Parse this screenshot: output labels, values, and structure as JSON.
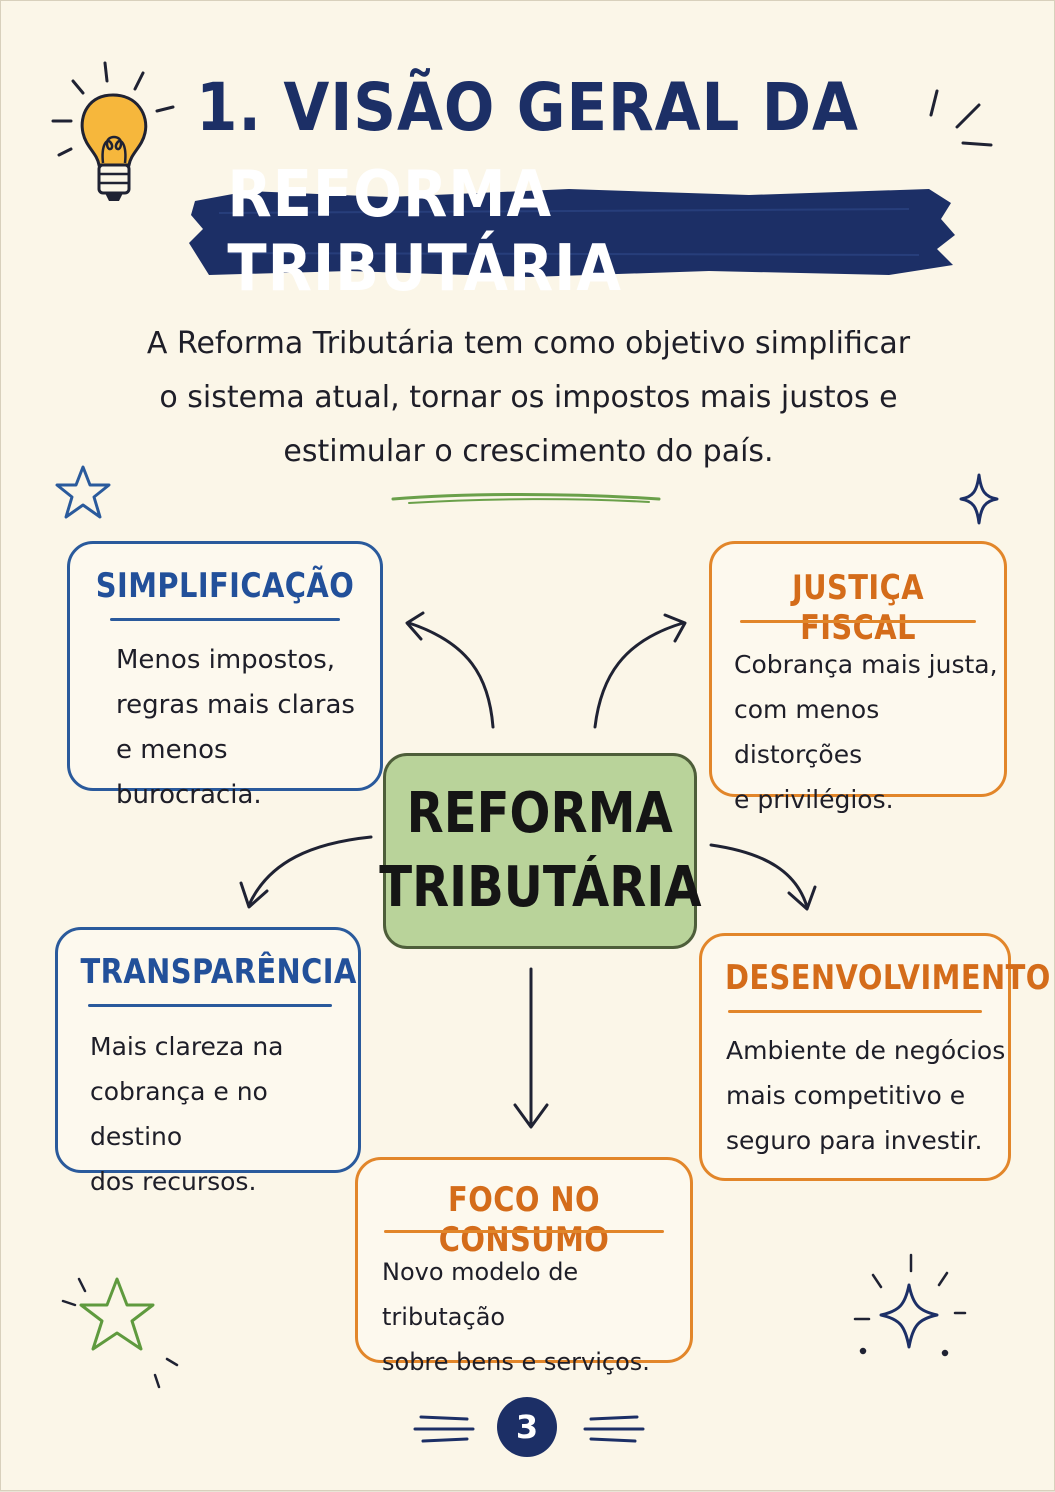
{
  "title": {
    "line1": "1. VISÃO GERAL DA",
    "line2": "REFORMA TRIBUTÁRIA"
  },
  "intro": {
    "line1": "A Reforma Tributária tem como objetivo simplificar",
    "line2": "o sistema atual, tornar os impostos mais justos e",
    "line3": "estimular o crescimento do país."
  },
  "center": {
    "line1": "REFORMA",
    "line2": "TRIBUTÁRIA"
  },
  "cards": {
    "simplificacao": {
      "title": "SIMPLIFICAÇÃO",
      "lines": [
        "Menos impostos,",
        "regras mais claras",
        "e menos burocracia."
      ]
    },
    "justica": {
      "title": "JUSTIÇA FISCAL",
      "lines": [
        "Cobrança mais justa,",
        "com menos distorções",
        "e privilégios."
      ]
    },
    "transparencia": {
      "title": "TRANSPARÊNCIA",
      "lines": [
        "Mais clareza na",
        "cobrança e no destino",
        "dos recursos."
      ]
    },
    "desenvolvimento": {
      "title": "DESENVOLVIMENTO",
      "lines": [
        "Ambiente de negócios",
        "mais competitivo e",
        "seguro para investir."
      ]
    },
    "consumo": {
      "title": "FOCO NO CONSUMO",
      "lines": [
        "Novo modelo de tributação",
        "sobre bens e serviços."
      ]
    }
  },
  "page_number": "3",
  "colors": {
    "navy": "#1c2f66",
    "blue": "#2a5a9c",
    "orange": "#e2862a",
    "green": "#b9d39a",
    "background": "#fbf6e8"
  },
  "icons": [
    "lightbulb-icon",
    "star-icon",
    "sparkle-icon",
    "arrow-icon"
  ]
}
